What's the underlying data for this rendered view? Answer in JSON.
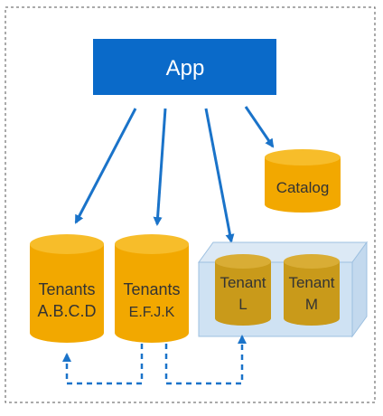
{
  "app": {
    "label": "App",
    "color": "#0a6ac9"
  },
  "catalog": {
    "label": "Catalog"
  },
  "tenants": {
    "abcd": {
      "line1": "Tenants",
      "line2": "A.B.C.D"
    },
    "efjk": {
      "line1": "Tenants",
      "line2": "E.F.J.K"
    },
    "l": {
      "line1": "Tenant",
      "line2": "L"
    },
    "m": {
      "line1": "Tenant",
      "line2": "M"
    }
  },
  "colors": {
    "db_fill": "#f2a800",
    "db_top": "#f7bd2a",
    "db_pool_fill": "#c99a1a",
    "pool_box": "#cfe2f3",
    "arrow": "#1a73c9",
    "frame": "#555555"
  }
}
